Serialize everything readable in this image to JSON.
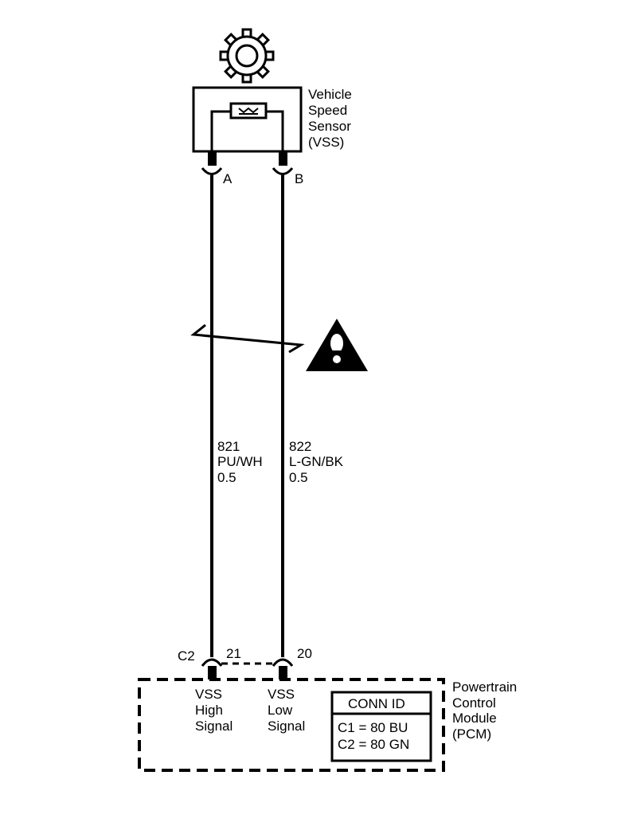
{
  "sensor": {
    "name_lines": [
      "Vehicle",
      "Speed",
      "Sensor",
      "(VSS)"
    ],
    "pins": [
      "A",
      "B"
    ]
  },
  "wires": [
    {
      "circuit": "821",
      "color": "PU/WH",
      "gauge": "0.5"
    },
    {
      "circuit": "822",
      "color": "L-GN/BK",
      "gauge": "0.5"
    }
  ],
  "pcm": {
    "connector": "C2",
    "pins": [
      "21",
      "20"
    ],
    "name_lines": [
      "Powertrain",
      "Control",
      "Module",
      "(PCM)"
    ],
    "signals": [
      {
        "lines": [
          "VSS",
          "High",
          "Signal"
        ]
      },
      {
        "lines": [
          "VSS",
          "Low",
          "Signal"
        ]
      }
    ],
    "conn_id": {
      "title": "CONN ID",
      "rows": [
        "C1 = 80 BU",
        "C2 = 80 GN"
      ]
    }
  },
  "icons": {
    "gear": "gear-icon",
    "warning": "warning-triangle-icon",
    "twisted_pair": "twisted-pair-icon",
    "sensor_element": "sensor-element-icon"
  }
}
